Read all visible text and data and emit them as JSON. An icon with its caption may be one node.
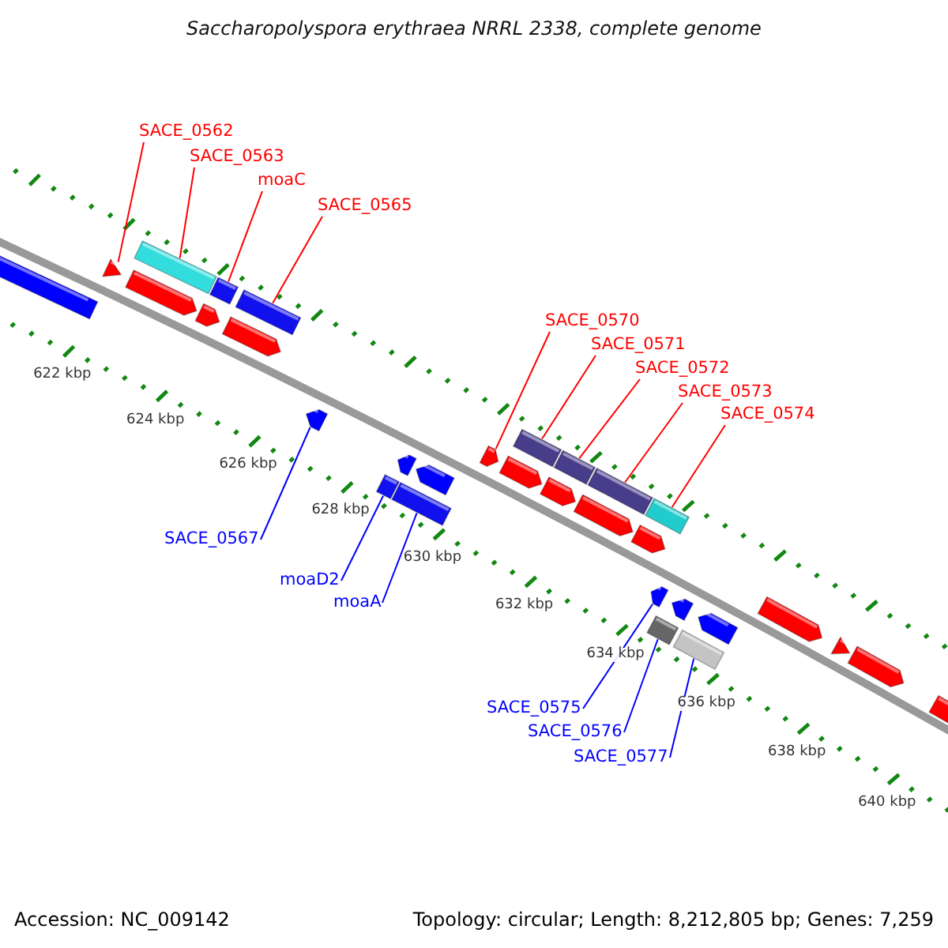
{
  "diagram": {
    "title": "Saccharopolyspora erythraea NRRL 2338, complete genome",
    "nodes": [
      {
        "text": [
          "SACE_0562"
        ]
      },
      {
        "text": [
          "SACE_0563"
        ]
      },
      {
        "text": [
          "moaC"
        ]
      },
      {
        "text": [
          "SACE_0565"
        ]
      },
      {
        "text": [
          "SACE_0570"
        ]
      },
      {
        "text": [
          "SACE_0571"
        ]
      },
      {
        "text": [
          "SACE_0572"
        ]
      },
      {
        "text": [
          "SACE_0573"
        ]
      },
      {
        "text": [
          "SACE_0574"
        ]
      },
      {
        "text": [
          "SACE_0567"
        ]
      },
      {
        "text": [
          "moaD2"
        ]
      },
      {
        "text": [
          "moaA"
        ]
      },
      {
        "text": [
          "SACE_0575"
        ]
      },
      {
        "text": [
          "SACE_0576"
        ]
      },
      {
        "text": [
          "SACE_0577"
        ]
      },
      {
        "text": [],
        "shape": "triangle"
      },
      {
        "text": [],
        "shape": "box"
      },
      {
        "text": [],
        "shape": "box"
      },
      {
        "text": [],
        "shape": "box"
      },
      {
        "text": [],
        "shape": "pentagon"
      },
      {
        "text": [],
        "shape": "box"
      },
      {
        "text": [],
        "shape": "box"
      },
      {
        "text": [],
        "shape": "box"
      },
      {
        "text": [],
        "shape": "box"
      },
      {
        "text": [],
        "shape": "pentagon"
      },
      {
        "text": [],
        "shape": "box"
      },
      {
        "text": [],
        "shape": "box"
      },
      {
        "text": [],
        "shape": "pentagon"
      },
      {
        "text": [],
        "shape": "box"
      },
      {
        "text": [],
        "shape": "box"
      },
      {
        "text": [],
        "shape": "pentagon"
      },
      {
        "text": [],
        "shape": "pentagon"
      },
      {
        "text": [],
        "shape": "pentagon"
      },
      {
        "text": [],
        "shape": "pentagon"
      },
      {
        "text": [],
        "shape": "pentagon"
      },
      {
        "text": [],
        "shape": "pentagon"
      },
      {
        "text": [],
        "shape": "pentagon"
      },
      {
        "text": [],
        "shape": "pentagon"
      },
      {
        "text": [],
        "shape": "pentagon"
      },
      {
        "text": [],
        "shape": "pentagon"
      },
      {
        "text": [],
        "shape": "pentagon"
      },
      {
        "text": [],
        "shape": "pentagon"
      },
      {
        "text": [],
        "shape": "pentagon"
      },
      {
        "text": [],
        "shape": "triangle"
      },
      {
        "text": [],
        "shape": "pentagon"
      },
      {
        "text": [],
        "shape": "pentagon"
      }
    ],
    "edges": [
      {
        "from": 0,
        "to": 15,
        "arrow": "none"
      },
      {
        "from": 1,
        "to": 16,
        "arrow": "none"
      },
      {
        "from": 2,
        "to": 17,
        "arrow": "none"
      },
      {
        "from": 3,
        "to": 18,
        "arrow": "none"
      },
      {
        "from": 4,
        "to": 19,
        "arrow": "none"
      },
      {
        "from": 5,
        "to": 20,
        "arrow": "none"
      },
      {
        "from": 6,
        "to": 21,
        "arrow": "none"
      },
      {
        "from": 7,
        "to": 22,
        "arrow": "none"
      },
      {
        "from": 8,
        "to": 23,
        "arrow": "none"
      },
      {
        "from": 9,
        "to": 24,
        "arrow": "none",
        "color": "#0000ff"
      },
      {
        "from": 10,
        "to": 25,
        "arrow": "none",
        "color": "#0000ff"
      },
      {
        "from": 11,
        "to": 26,
        "arrow": "none",
        "color": "#0000ff"
      },
      {
        "from": 12,
        "to": 27,
        "arrow": "none",
        "color": "#0000ff"
      },
      {
        "from": 13,
        "to": 28,
        "arrow": "none",
        "color": "#0000ff"
      },
      {
        "from": 14,
        "to": 29,
        "arrow": "none",
        "color": "#0000ff"
      }
    ],
    "labels": [
      "622 kbp",
      "624 kbp",
      "626 kbp",
      "628 kbp",
      "630 kbp",
      "632 kbp",
      "634 kbp",
      "636 kbp",
      "638 kbp",
      "640 kbp",
      "Accession: NC_009142",
      "Topology: circular; Length: 8,212,805 bp; Genes: 7,259"
    ]
  }
}
